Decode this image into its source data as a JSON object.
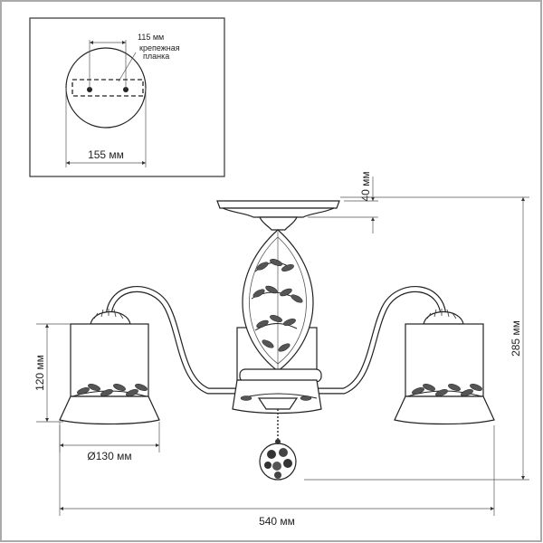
{
  "inset": {
    "mount_width": "155 мм",
    "bracket_length": "115 мм",
    "bracket_label_line1": "крепежная",
    "bracket_label_line2": "планка"
  },
  "dimensions": {
    "canopy_height": "40 мм",
    "total_height": "285 мм",
    "shade_height": "120 мм",
    "shade_diameter": "Ø130 мм",
    "total_width": "540 мм"
  },
  "colors": {
    "line": "#333333",
    "background": "#ffffff",
    "frame": "#aaaaaa"
  }
}
